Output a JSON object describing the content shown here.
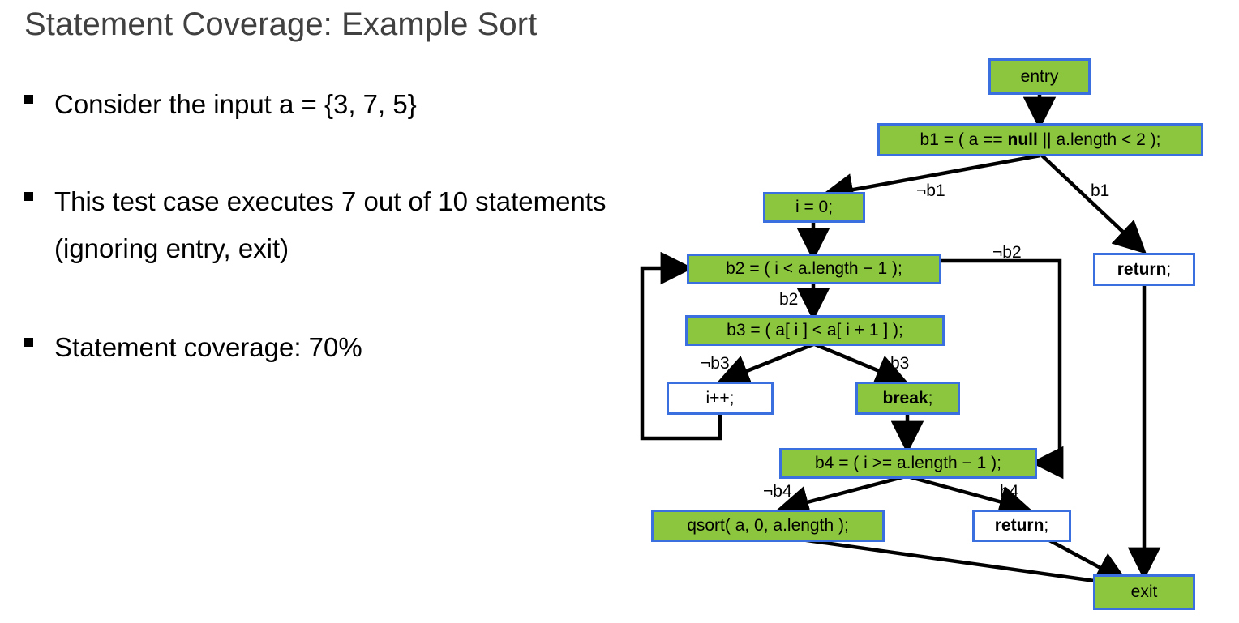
{
  "slide": {
    "title": "Statement Coverage: Example Sort",
    "bullets": [
      "Consider the input a = {3, 7, 5}",
      "This test case executes 7 out of 10 statements (ignoring entry, exit)",
      "Statement coverage: 70%"
    ]
  },
  "legend": {
    "covered_color": "#8cc63e",
    "uncovered_color": "#ffffff",
    "border_color": "#3a6fe0",
    "edge_color": "#000000",
    "title_color": "#404040"
  },
  "graph": {
    "nodes": {
      "entry": {
        "label": "entry",
        "covered": true
      },
      "b1": {
        "label": "b1 = ( a == null || a.length < 2 );",
        "covered": true,
        "pre": "b1 = ( a == ",
        "bold": "null",
        "post": " || a.length < 2 );"
      },
      "i0": {
        "label": "i = 0;",
        "covered": true
      },
      "return_right": {
        "label": "return;",
        "covered": false,
        "bold": "return",
        "post": ";"
      },
      "b2": {
        "label": "b2 = ( i < a.length − 1 );",
        "covered": true
      },
      "b3": {
        "label": "b3 = ( a[ i ] < a[ i + 1 ] );",
        "covered": true
      },
      "iplusplus": {
        "label": "i++;",
        "covered": false
      },
      "brk": {
        "label": "break;",
        "covered": true,
        "bold": "break",
        "post": ";"
      },
      "b4": {
        "label": "b4 = ( i >= a.length − 1 );",
        "covered": true
      },
      "qsort": {
        "label": "qsort( a, 0, a.length );",
        "covered": true
      },
      "return_bottom": {
        "label": "return;",
        "covered": false,
        "bold": "return",
        "post": ";"
      },
      "exit": {
        "label": "exit",
        "covered": true
      }
    },
    "edge_labels": {
      "not_b1": "¬b1",
      "b1": "b1",
      "not_b2": "¬b2",
      "b2": "b2",
      "not_b3": "¬b3",
      "b3": "b3",
      "not_b4": "¬b4",
      "b4": "b4"
    }
  }
}
